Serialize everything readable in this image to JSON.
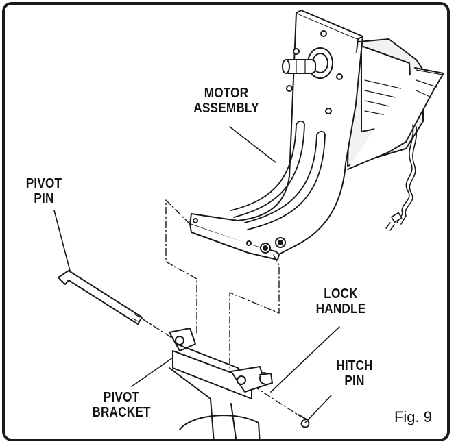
{
  "labels": {
    "motor_assembly": [
      "MOTOR",
      "ASSEMBLY"
    ],
    "pivot_pin": [
      "PIVOT",
      "PIN"
    ],
    "lock_handle": [
      "LOCK",
      "HANDLE"
    ],
    "hitch_pin": [
      "HITCH",
      "PIN"
    ],
    "pivot_bracket": [
      "PIVOT",
      "BRACKET"
    ]
  },
  "figure_label": "Fig. 9",
  "colors": {
    "line": "#1a1a1a",
    "fill": "#ffffff",
    "shade": "#d9d9d9"
  }
}
